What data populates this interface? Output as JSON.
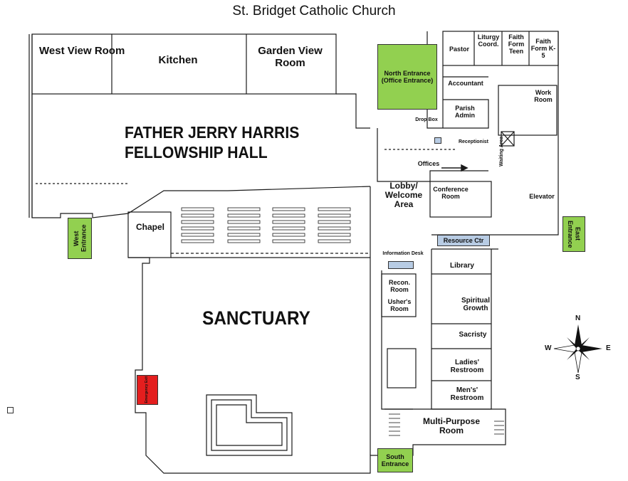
{
  "title": "St. Bridget Catholic Church",
  "colors": {
    "entrance": "#92d050",
    "emergency": "#e41e1e",
    "info": "#b8cce4",
    "line": "#1a1a1a"
  },
  "rooms": {
    "west_view": "West View Room",
    "kitchen": "Kitchen",
    "garden_view": "Garden View Room",
    "hall_line1": "FATHER JERRY HARRIS",
    "hall_line2": "FELLOWSHIP HALL",
    "chapel": "Chapel",
    "sanctuary": "SANCTUARY",
    "pastor": "Pastor",
    "liturgy": "Liturgy Coord.",
    "faith_teen": "Faith Form Teen",
    "faith_k5": "Faith Form K-5",
    "accountant": "Accountant",
    "work_room": "Work Room",
    "parish_admin": "Parish Admin",
    "drop_box": "Drop Box",
    "receptionist": "Receptionist",
    "offices": "Offices",
    "waiting_area": "Waiting Area",
    "lobby": "Lobby/ Welcome Area",
    "conference": "Conference Room",
    "elevator": "Elevator",
    "resource_ctr": "Resource Ctr",
    "info_desk": "Information Desk",
    "library": "Library",
    "recon": "Recon. Room",
    "usher": "Usher's Room",
    "spiritual": "Spiritual Growth",
    "sacristy": "Sacristy",
    "ladies": "Ladies' Restroom",
    "mens": "Men's' Restroom",
    "multi": "Multi-Purpose Room"
  },
  "entrances": {
    "north": "North Entrance (Office Entrance)",
    "west": "West Entrance",
    "east": "East Entrance",
    "south": "South Entrance",
    "emergency": "Emergency Exit"
  },
  "compass": {
    "n": "N",
    "s": "S",
    "e": "E",
    "w": "W"
  }
}
